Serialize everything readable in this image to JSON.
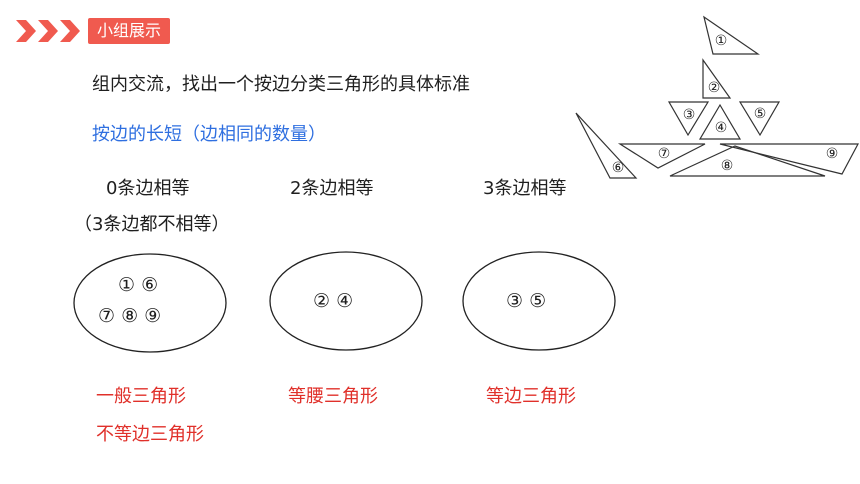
{
  "header": {
    "badge": "小组展示"
  },
  "task": "组内交流，找出一个按边分类三角形的具体标准",
  "criterion": "按边的长短（边相同的数量）",
  "columns": [
    {
      "label": "0条边相等",
      "sub": "（3条边都不相等）",
      "items_row1": "①  ⑥",
      "items_row2": "⑦  ⑧  ⑨",
      "names": [
        "一般三角形",
        "不等边三角形"
      ]
    },
    {
      "label": "2条边相等",
      "items": "②  ④",
      "names": [
        "等腰三角形"
      ]
    },
    {
      "label": "3条边相等",
      "items": "③  ⑤",
      "names": [
        "等边三角形"
      ]
    }
  ],
  "boat": {
    "labels": [
      "①",
      "②",
      "③",
      "④",
      "⑤",
      "⑥",
      "⑦",
      "⑧",
      "⑨"
    ]
  },
  "colors": {
    "accent": "#f05a4f",
    "blue": "#2f6fe0",
    "red": "#e0302a"
  }
}
